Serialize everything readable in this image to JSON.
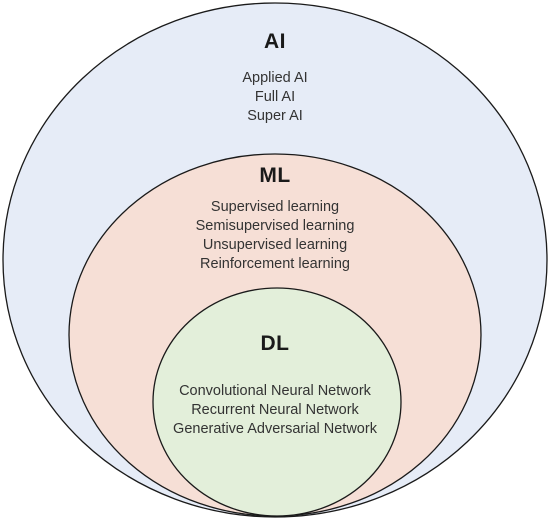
{
  "sets": [
    {
      "id": "ai",
      "title": "AI",
      "items": [
        "Applied AI",
        "Full AI",
        "Super AI"
      ],
      "fill": "#e6ecf7"
    },
    {
      "id": "ml",
      "title": "ML",
      "items": [
        "Supervised learning",
        "Semisupervised learning",
        "Unsupervised learning",
        "Reinforcement learning"
      ],
      "fill": "#f6dfd6"
    },
    {
      "id": "dl",
      "title": "DL",
      "items": [
        "Convolutional Neural Network",
        "Recurrent Neural Network",
        "Generative Adversarial Network"
      ],
      "fill": "#e3efda"
    }
  ],
  "colors": {
    "stroke": "#1a1a1a",
    "text": "#1a1a1a"
  }
}
